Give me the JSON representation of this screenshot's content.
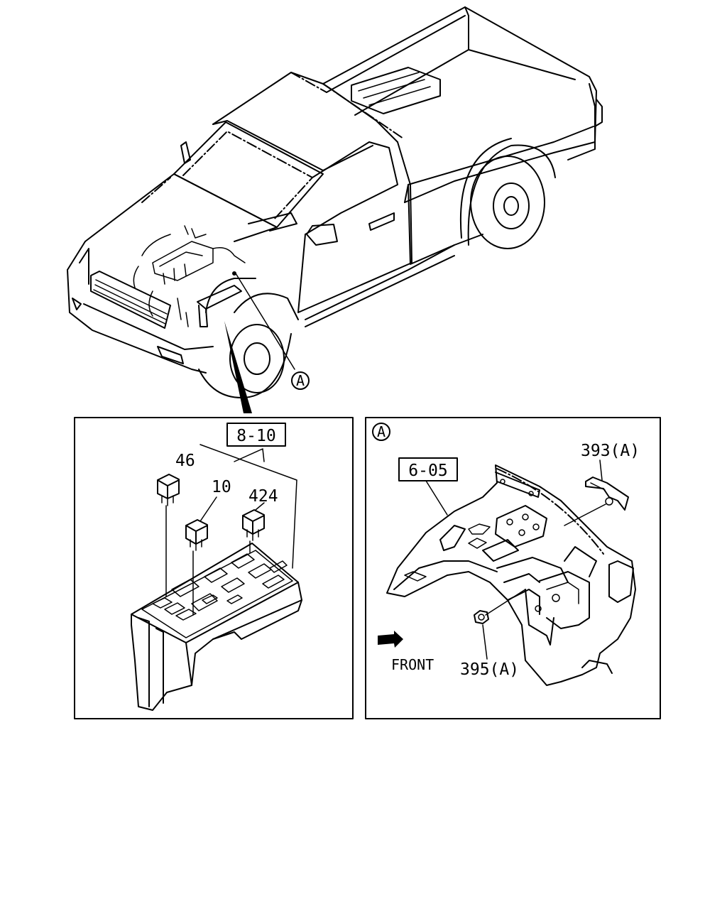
{
  "callouts": {
    "detail_a_marker": "A",
    "ref_box_left": "8-10",
    "part_46": "46",
    "part_10": "10",
    "part_424": "424",
    "detail_a_title": "A",
    "ref_box_right": "6-05",
    "part_393": "393(A)",
    "part_395": "395(A)",
    "front_label": "FRONT"
  }
}
